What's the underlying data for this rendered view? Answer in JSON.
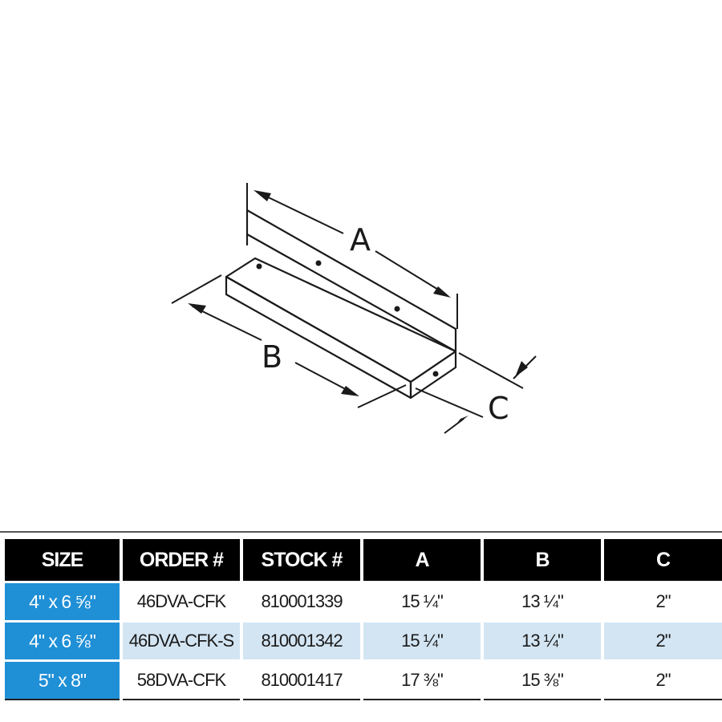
{
  "diagram": {
    "labels": {
      "a": "A",
      "b": "B",
      "c": "C"
    },
    "line_color": "#1a1a1a"
  },
  "table": {
    "headers": [
      "SIZE",
      "ORDER #",
      "STOCK #",
      "A",
      "B",
      "C"
    ],
    "rows": [
      [
        "4\" x 6 ⅝\"",
        "46DVA-CFK",
        "810001339",
        "15 ¼\"",
        "13 ¼\"",
        "2\""
      ],
      [
        "4\" x 6 ⅝\"",
        "46DVA-CFK-S",
        "810001342",
        "15 ¼\"",
        "13 ¼\"",
        "2\""
      ],
      [
        "5\" x 8\"",
        "58DVA-CFK",
        "810001417",
        "17 ⅜\"",
        "15 ⅜\"",
        "2\""
      ]
    ],
    "colors": {
      "header_bg": "#000000",
      "size_col_bg": "#1f8fd6",
      "alt_row_bg": "#d3e5f3"
    }
  }
}
